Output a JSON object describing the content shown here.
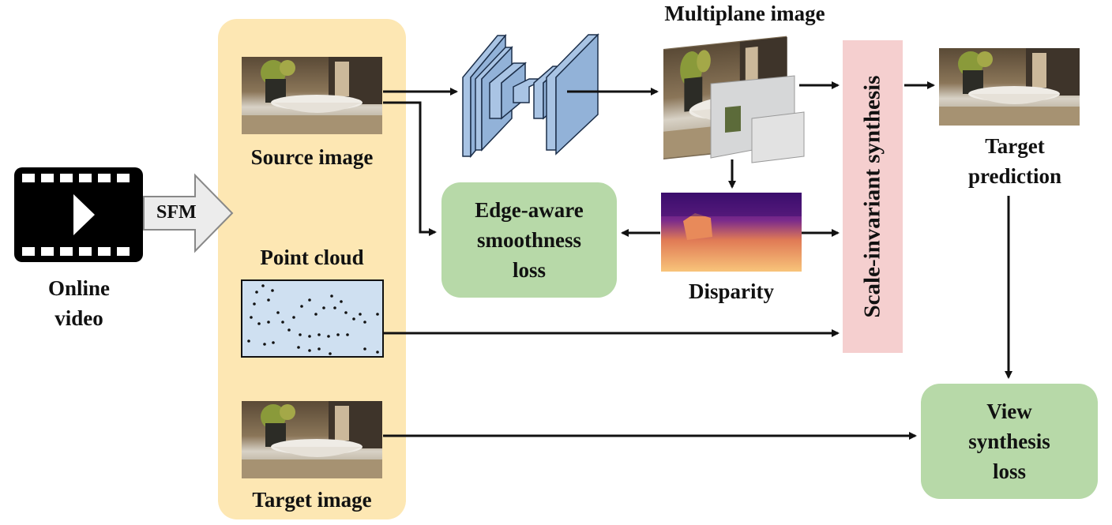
{
  "labels": {
    "online_video": "Online\nvideo",
    "sfm": "SFM",
    "source_image": "Source image",
    "point_cloud": "Point cloud",
    "target_image": "Target image",
    "multiplane_image": "Multiplane image",
    "disparity": "Disparity",
    "scale_invariant": "Scale-invariant synthesis",
    "target_prediction": "Target\nprediction"
  },
  "losses": {
    "edge_aware": "Edge-aware\nsmoothness\nloss",
    "view_synthesis": "View\nsynthesis\nloss"
  },
  "colors": {
    "panel": "#fde7b3",
    "loss_box": "#b7d9a8",
    "scale_box": "#f5cfcf",
    "point_cloud_bg": "#cfe0f1",
    "network_block": "#a9c4e4"
  }
}
